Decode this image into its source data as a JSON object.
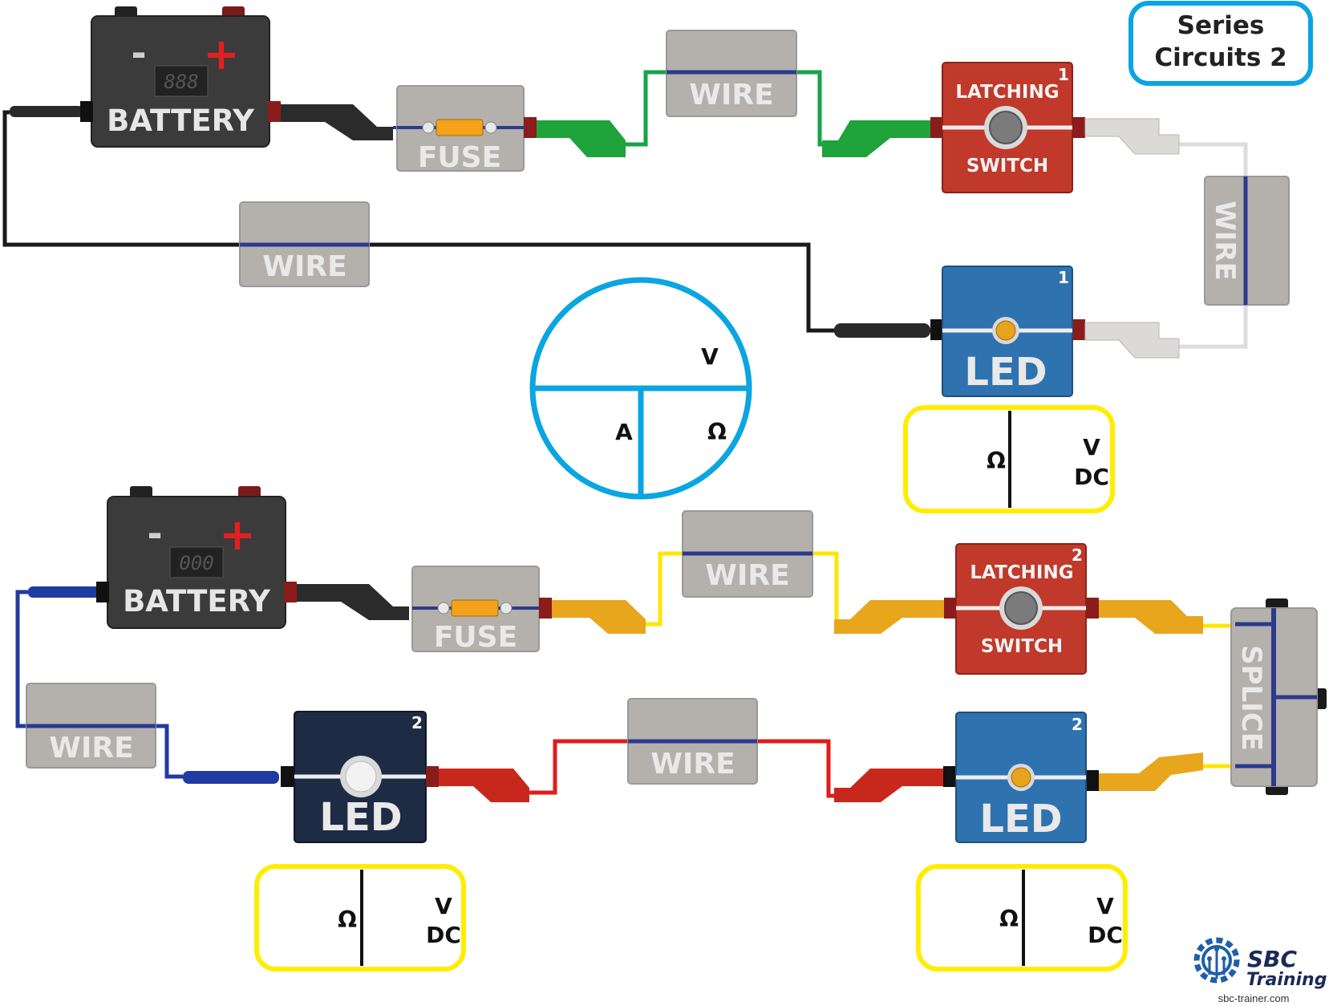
{
  "title": {
    "line1": "Series",
    "line2": "Circuits 2"
  },
  "colors": {
    "accent_blue": "#0aa5e2",
    "meter_yellow": "#ffed00",
    "battery_body": "#3b3b3b",
    "module_gray": "#b4b1ac",
    "switch_red": "#c0392b",
    "led_blue": "#2f72b0",
    "led_navy": "#1e2b45",
    "wire_black": "#1a1a1a",
    "wire_green": "#16a34a",
    "wire_white": "#dddddd",
    "wire_yellow": "#ffe600",
    "wire_red": "#e21b1b",
    "wire_blue": "#223aa0",
    "trace_blue": "#2b3a8c",
    "logo_blue": "#1f5fa8"
  },
  "circuit1": {
    "battery": {
      "label": "BATTERY",
      "minus": "-",
      "plus": "+",
      "display": "888"
    },
    "fuse": {
      "label": "FUSE"
    },
    "wire_top": {
      "label": "WIRE"
    },
    "switch": {
      "top": "LATCHING",
      "bottom": "SWITCH",
      "number": "1"
    },
    "wire_right": {
      "label": "WIRE"
    },
    "wire_return": {
      "label": "WIRE"
    },
    "led": {
      "label": "LED",
      "number": "1"
    },
    "meter": {
      "ohm": "Ω",
      "v": "V",
      "dc": "DC"
    }
  },
  "circuit2": {
    "battery": {
      "label": "BATTERY",
      "minus": "-",
      "plus": "+",
      "display": "000"
    },
    "fuse": {
      "label": "FUSE"
    },
    "wire_top": {
      "label": "WIRE"
    },
    "switch": {
      "top": "LATCHING",
      "bottom": "SWITCH",
      "number": "2"
    },
    "splice": {
      "label": "SPLICE"
    },
    "wire_left": {
      "label": "WIRE"
    },
    "wire_mid": {
      "label": "WIRE"
    },
    "led_left": {
      "label": "LED",
      "number": "2"
    },
    "led_right": {
      "label": "LED",
      "number": "2"
    },
    "meter_left": {
      "ohm": "Ω",
      "v": "V",
      "dc": "DC"
    },
    "meter_right": {
      "ohm": "Ω",
      "v": "V",
      "dc": "DC"
    }
  },
  "ohms_law": {
    "v": "V",
    "a": "A",
    "ohm": "Ω"
  },
  "logo": {
    "line1": "SBC",
    "line2": "Training",
    "url": "sbc-trainer.com"
  }
}
